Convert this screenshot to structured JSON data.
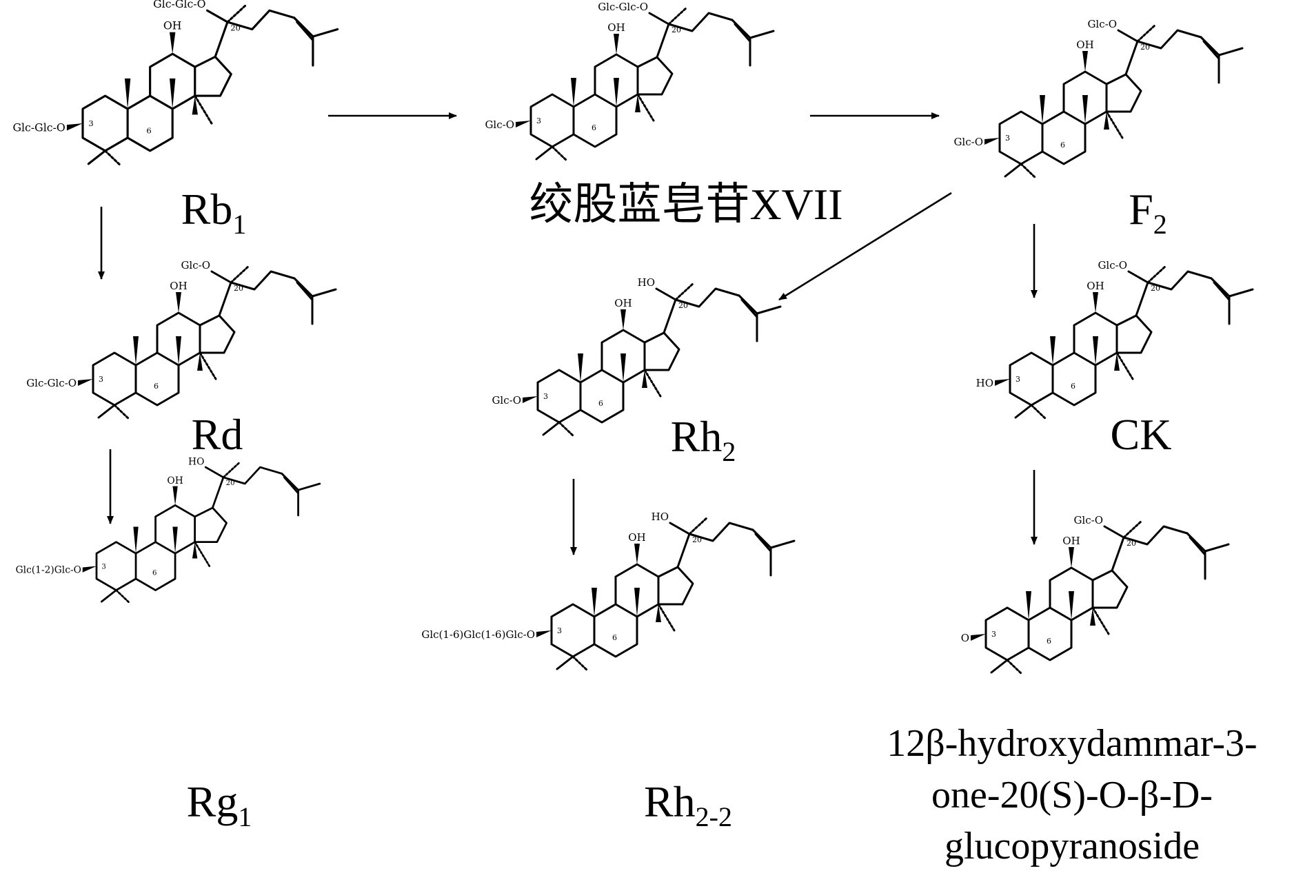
{
  "compounds": [
    {
      "id": "rb1",
      "name": "Rb",
      "sub": "1",
      "r3": "Glc-Glc-O",
      "r20": "Glc-Glc-O",
      "oh12": "OH",
      "c3": "3",
      "c6": "6",
      "c20": "20"
    },
    {
      "id": "gypxvii",
      "name": "绞股蓝皂苷XVII",
      "sub": "",
      "r3": "Glc-O",
      "r20": "Glc-Glc-O",
      "oh12": "OH",
      "c3": "3",
      "c6": "6",
      "c20": "20"
    },
    {
      "id": "f2",
      "name": "F",
      "sub": "2",
      "r3": "Glc-O",
      "r20": "Glc-O",
      "oh12": "OH",
      "c3": "3",
      "c6": "6",
      "c20": "20"
    },
    {
      "id": "rd",
      "name": "Rd",
      "sub": "",
      "r3": "Glc-Glc-O",
      "r20": "Glc-O",
      "oh12": "OH",
      "c3": "3",
      "c6": "6",
      "c20": "20"
    },
    {
      "id": "rh2",
      "name": "Rh",
      "sub": "2",
      "r3": "Glc-O",
      "r20": "HO",
      "oh12": "OH",
      "c3": "3",
      "c6": "6",
      "c20": "20"
    },
    {
      "id": "ck",
      "name": "CK",
      "sub": "",
      "r3": "HO",
      "r20": "Glc-O",
      "oh12": "OH",
      "c3": "3",
      "c6": "6",
      "c20": "20"
    },
    {
      "id": "rg1",
      "name": "Rg",
      "sub": "1",
      "r3": "Glc(1-2)Glc-O",
      "r20": "HO",
      "oh12": "OH",
      "c3": "3",
      "c6": "6",
      "c20": "20"
    },
    {
      "id": "rh2-2",
      "name": "Rh",
      "sub": "2-2",
      "r3": "Glc(1-6)Glc(1-6)Glc-O",
      "r20": "HO",
      "oh12": "OH",
      "c3": "3",
      "c6": "6",
      "c20": "20"
    },
    {
      "id": "keto",
      "name_lines": [
        "12β-hydroxydammar-3-",
        "one-20(S)-O-β-D-",
        "glucopyranoside"
      ],
      "r3": "O",
      "r20": "Glc-O",
      "oh12": "OH",
      "c3": "3",
      "c6": "6",
      "c20": "20"
    }
  ]
}
